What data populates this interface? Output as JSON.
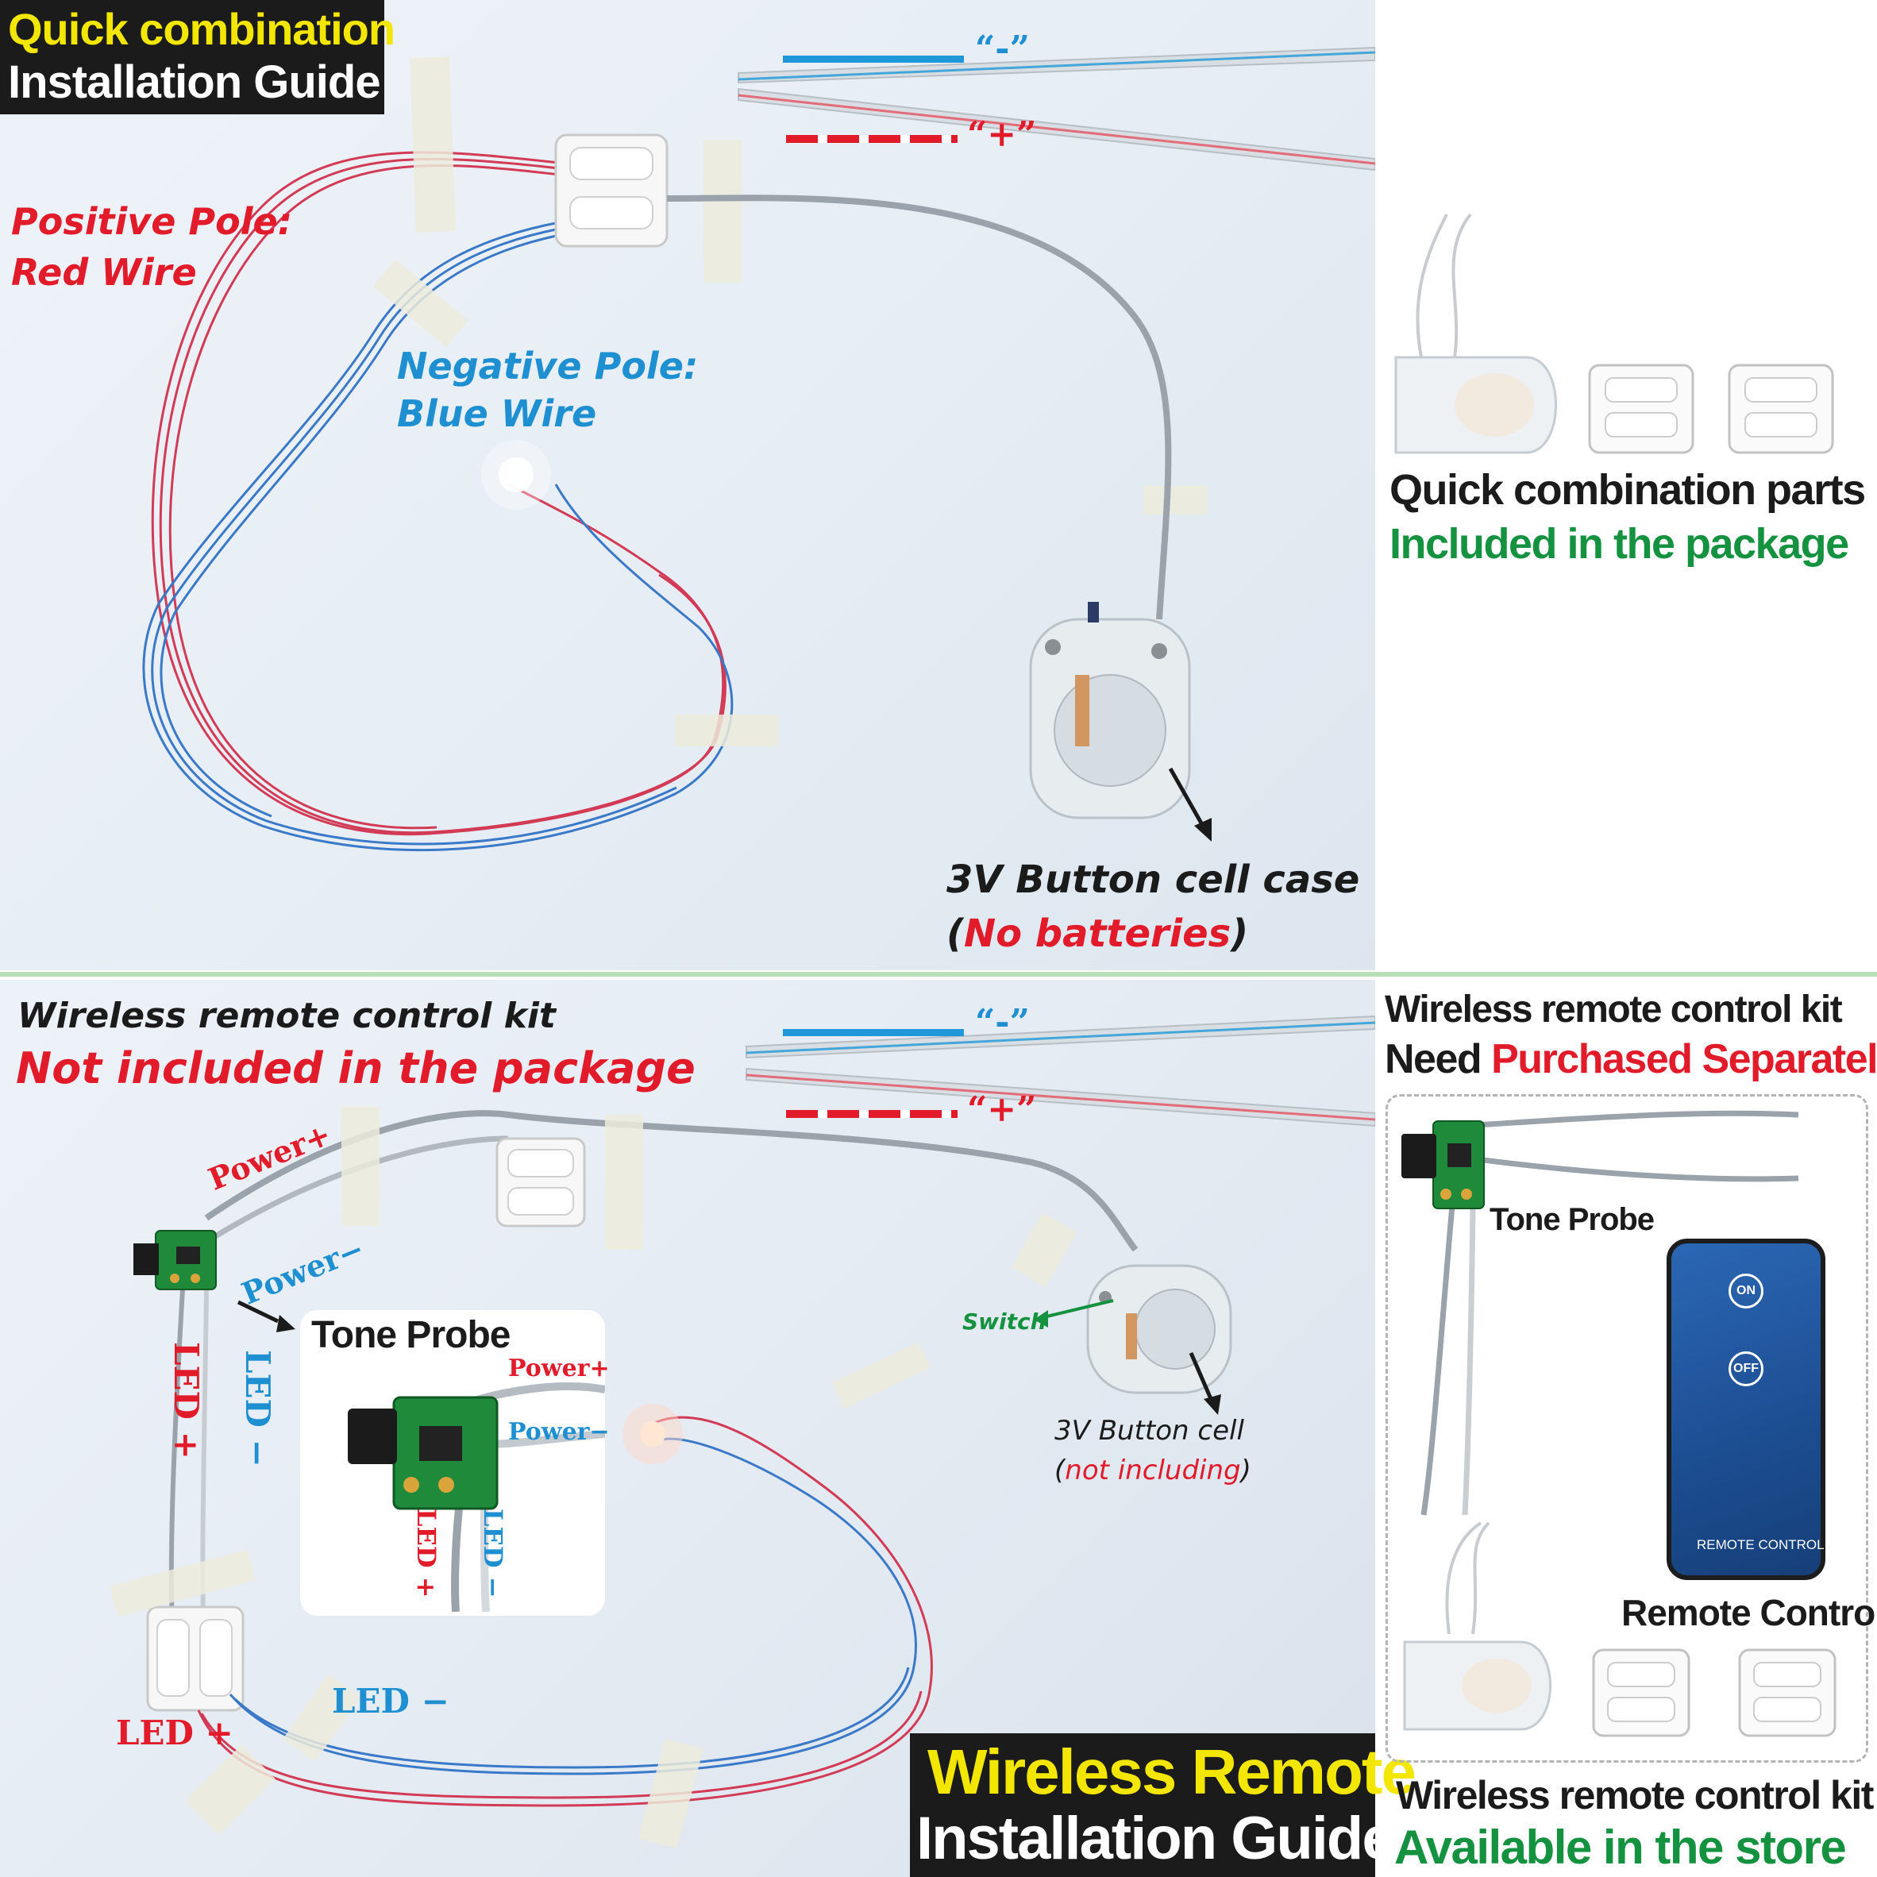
{
  "top_section": {
    "title_line1": "Quick combination",
    "title_line2": "Installation Guide",
    "minus_label": "“-”",
    "plus_label": "“+”",
    "positive_line1": "Positive Pole:",
    "positive_line2": "Red Wire",
    "negative_line1": "Negative Pole:",
    "negative_line2": "Blue Wire",
    "battery_label": "3V Button cell case",
    "battery_paren_open": "(",
    "battery_note": "No batteries",
    "battery_paren_close": ")"
  },
  "top_right": {
    "parts_title": "Quick combination parts",
    "parts_note": "Included in the package"
  },
  "bottom_section": {
    "kit_title": "Wireless remote control kit",
    "kit_note": "Not included in the package",
    "minus_label": "“-”",
    "plus_label": "“+”",
    "power_plus": "Power+",
    "power_minus": "Power−",
    "led_plus_vertical": "LED +",
    "led_minus_vertical": "LED −",
    "tone_probe": "Tone Probe",
    "inset_power_plus": "Power+",
    "inset_power_minus": "Power−",
    "inset_led_plus": "LED +",
    "inset_led_minus": "LED −",
    "switch_label": "Switch",
    "cell_label": "3V Button cell",
    "cell_paren_open": "(",
    "cell_note": "not including",
    "cell_paren_close": ")",
    "led_minus_bottom": "LED −",
    "led_plus_bottom": "LED +",
    "wr_title_line1": "Wireless Remote",
    "wr_title_line2": "Installation Guide"
  },
  "bottom_right": {
    "kit_title": "Wireless remote control kit",
    "need_prefix": "Need ",
    "need_highlight": "Purchased Separately",
    "tone_probe": "Tone Probe",
    "remote_on": "ON",
    "remote_off": "OFF",
    "remote_brand_text": "REMOTE CONTROL",
    "remote_control_label": "Remote Control",
    "store_title": "Wireless remote control kit",
    "store_note": "Available in the store"
  },
  "colors": {
    "red": "#e21b2a",
    "blue": "#1e8fd1",
    "green": "#14923f",
    "yellow": "#f3e600",
    "dark": "#1b1b1b"
  }
}
